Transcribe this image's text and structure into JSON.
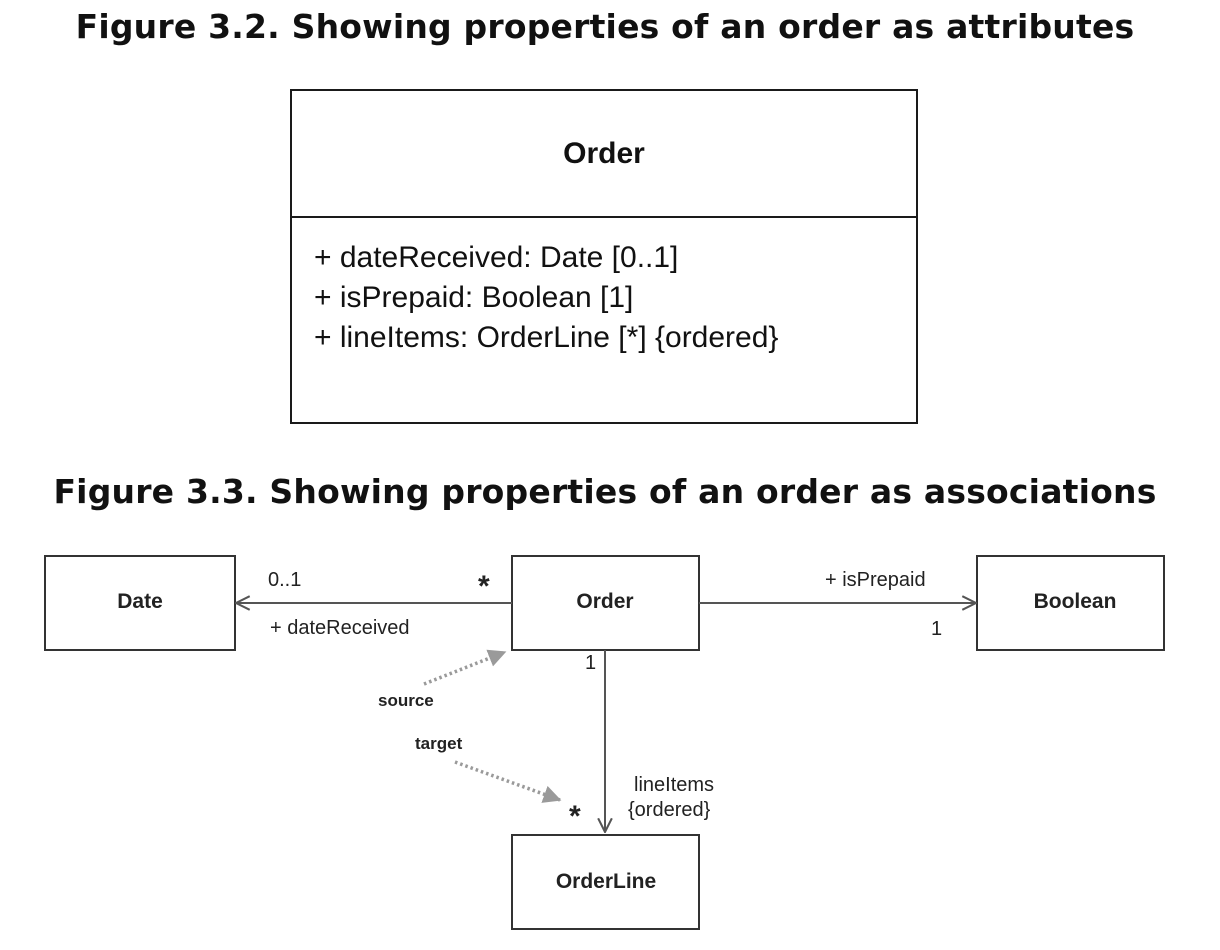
{
  "figure_3_2": {
    "title": "Figure 3.2. Showing properties of an order as attributes",
    "class_name": "Order",
    "attributes": [
      "+ dateReceived: Date  [0..1]",
      "+ isPrepaid: Boolean  [1]",
      "+ lineItems: OrderLine [*]  {ordered}"
    ]
  },
  "figure_3_3": {
    "title": "Figure 3.3. Showing properties of an order as associations",
    "classes": {
      "date": "Date",
      "order": "Order",
      "boolean": "Boolean",
      "orderline": "OrderLine"
    },
    "date_association": {
      "target_multiplicity": "0..1",
      "source_multiplicity": "*",
      "role": "+ dateReceived"
    },
    "boolean_association": {
      "role": "+ isPrepaid",
      "target_multiplicity": "1"
    },
    "orderline_association": {
      "source_multiplicity": "1",
      "target_multiplicity": "*",
      "role": "lineItems",
      "constraint": "{ordered}"
    },
    "annotations": {
      "source": "source",
      "target": "target"
    },
    "colors": {
      "line": "#555555",
      "dotted_arrow": "#9a9a9a",
      "box_border": "#333333"
    }
  }
}
